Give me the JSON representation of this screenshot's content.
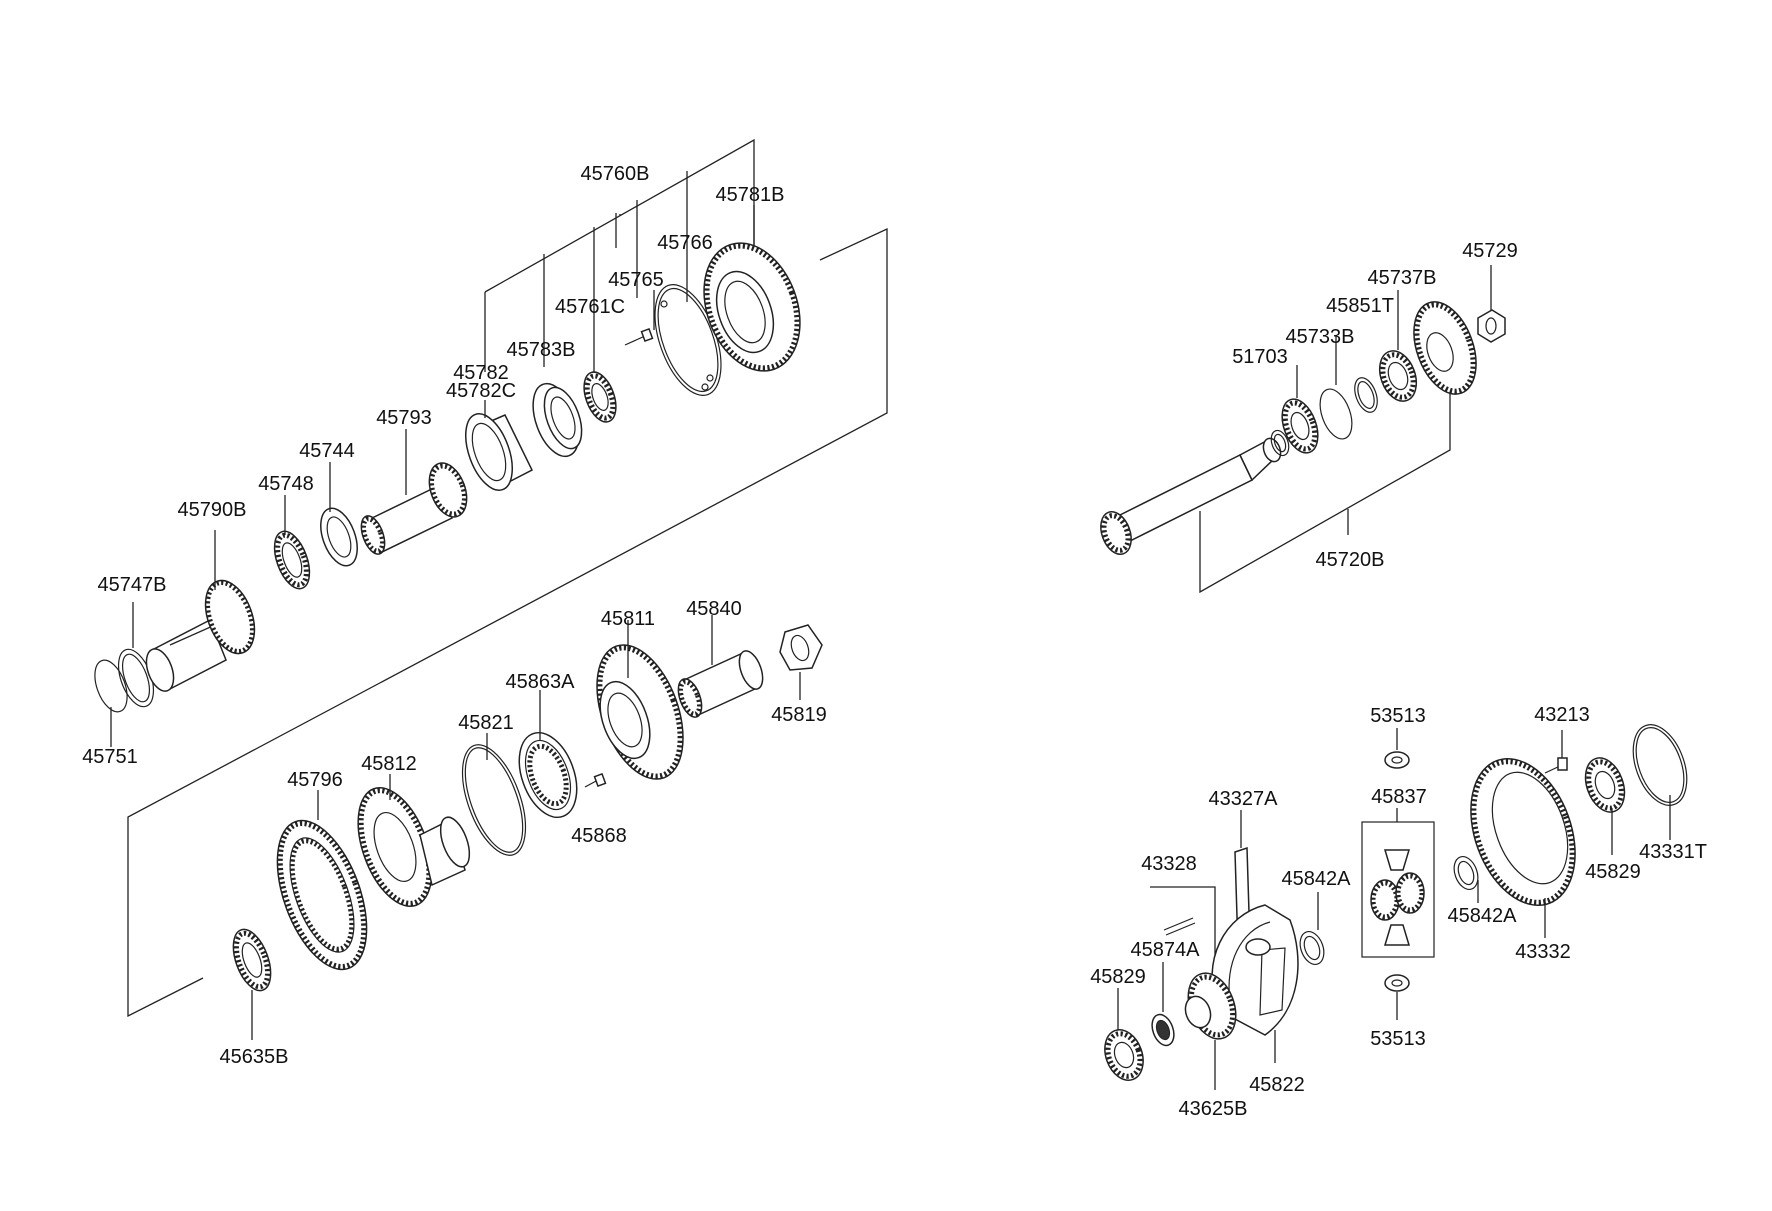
{
  "labels": {
    "p45760B": "45760B",
    "p45781B": "45781B",
    "p45766": "45766",
    "p45765": "45765",
    "p45761C": "45761C",
    "p45783B": "45783B",
    "p45782": "45782",
    "p45782C": "45782C",
    "p45793": "45793",
    "p45744": "45744",
    "p45748": "45748",
    "p45790B": "45790B",
    "p45747B": "45747B",
    "p45751": "45751",
    "p45811": "45811",
    "p45840": "45840",
    "p45863A": "45863A",
    "p45819": "45819",
    "p45821": "45821",
    "p45812": "45812",
    "p45796": "45796",
    "p45868": "45868",
    "p45635B": "45635B",
    "p45729": "45729",
    "p45737B": "45737B",
    "p45851T": "45851T",
    "p45733B": "45733B",
    "p51703": "51703",
    "p45720B": "45720B",
    "p53513a": "53513",
    "p43213": "43213",
    "p45837": "45837",
    "p43327A": "43327A",
    "p43328": "43328",
    "p45842A_a": "45842A",
    "p45842A_b": "45842A",
    "p43331T": "43331T",
    "p45829_a": "45829",
    "p45829_b": "45829",
    "p43332": "43332",
    "p45874A": "45874A",
    "p45822": "45822",
    "p43625B": "43625B",
    "p53513b": "53513"
  }
}
